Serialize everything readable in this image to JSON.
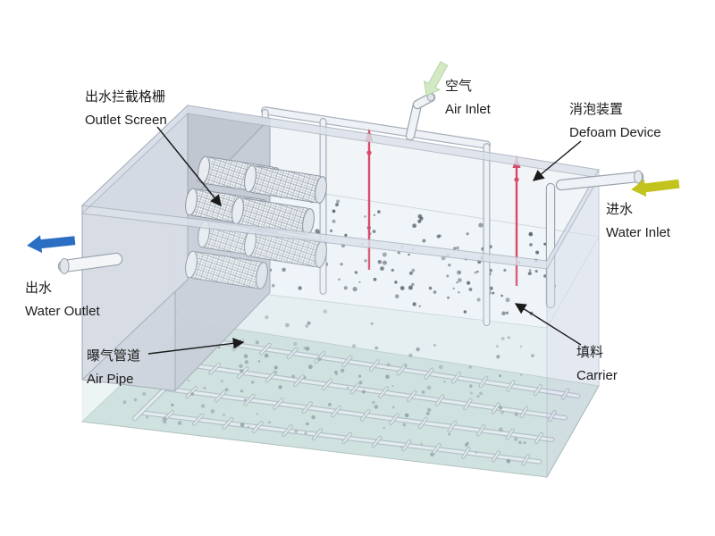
{
  "diagram": {
    "labels": {
      "outlet_screen": {
        "zh": "出水拦截格栅",
        "en": "Outlet Screen"
      },
      "air_inlet": {
        "zh": "空气",
        "en": "Air Inlet"
      },
      "defoam_device": {
        "zh": "消泡装置",
        "en": "Defoam Device"
      },
      "water_inlet": {
        "zh": "进水",
        "en": "Water Inlet"
      },
      "water_outlet": {
        "zh": "出水",
        "en": "Water Outlet"
      },
      "air_pipe": {
        "zh": "曝气管道",
        "en": "Air Pipe"
      },
      "carrier": {
        "zh": "填料",
        "en": "Carrier"
      }
    },
    "colors": {
      "water_outlet_arrow": "#2b6fc4",
      "water_inlet_arrow": "#c2c31d",
      "air_inlet_arrow": "#d3e9c3",
      "defoam_device": "#d84a68",
      "tank_wall": "#d6dbe6",
      "water_surface": "#eff6f8",
      "tank_floor_water": "#c9ddd8",
      "carrier_dot": "#5b6670",
      "leader_arrow": "#1a1a1a"
    }
  }
}
